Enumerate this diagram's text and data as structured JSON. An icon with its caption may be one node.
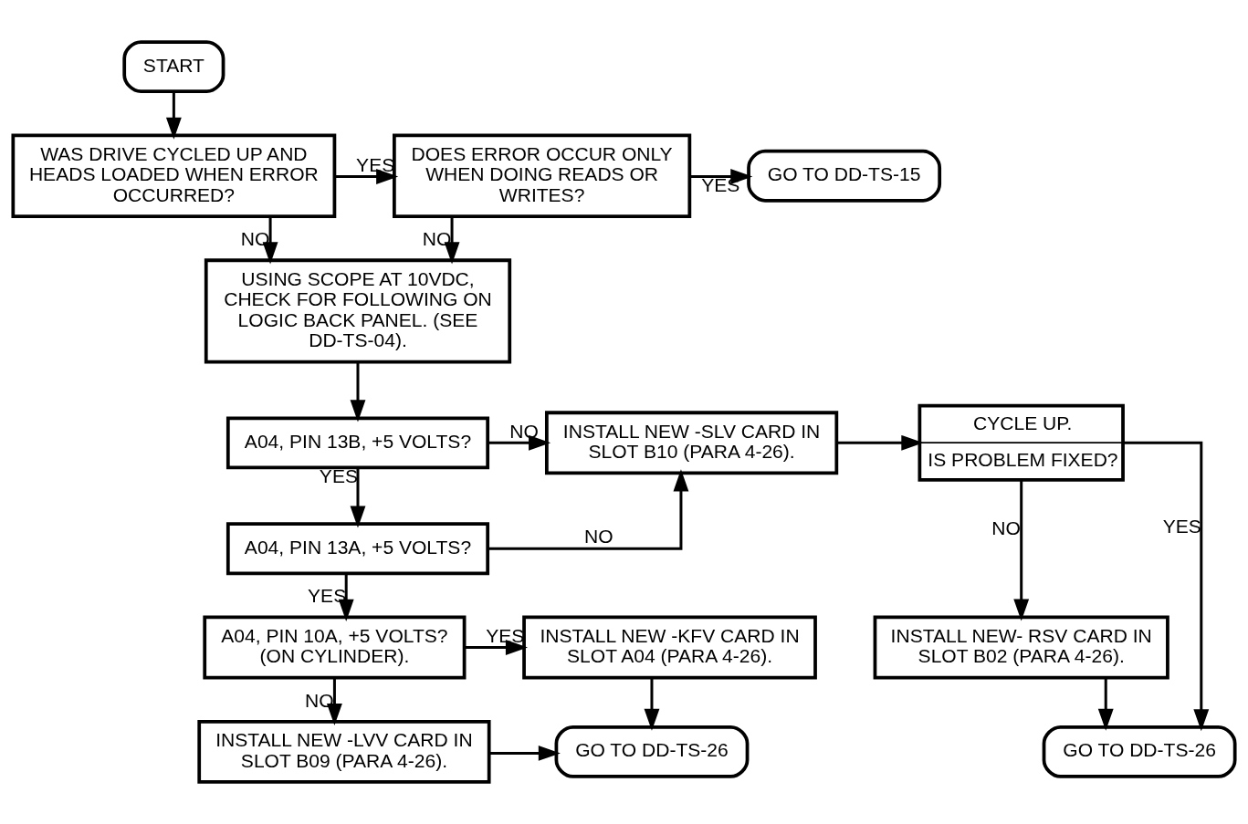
{
  "diagram": {
    "nodes": [
      {
        "text": [
          "START"
        ]
      },
      {
        "text": [
          "WAS DRIVE CYCLED UP AND HEADS LOADED WHEN ERROR OCCURRED?"
        ]
      },
      {
        "text": [
          "DOES ERROR OCCUR ONLY WHEN DOING READS OR WRITES?"
        ]
      },
      {
        "text": [
          "GO TO DD-TS-15"
        ]
      },
      {
        "text": [
          "USING SCOPE AT 10VDC, CHECK FOR FOLLOWING ON LOGIC BACK PANEL. (SEE DD-TS-04)."
        ]
      },
      {
        "text": [
          "A04, PIN 13B, +5 VOLTS?"
        ]
      },
      {
        "text": [
          "A04, PIN 13A, +5 VOLTS?"
        ]
      },
      {
        "text": [
          "A04, PIN 10A, +5 VOLTS? (ON CYLINDER)."
        ]
      },
      {
        "text": [
          "INSTALL NEW -LVV CARD IN SLOT B09 (PARA 4-26)."
        ]
      },
      {
        "text": [
          "INSTALL NEW -SLV CARD IN SLOT B10 (PARA 4-26)."
        ]
      },
      {
        "text": [
          "INSTALL NEW -KFV CARD IN SLOT A04 (PARA 4-26)."
        ]
      },
      {
        "text": [
          "GO TO DD-TS-26"
        ]
      },
      {
        "text": [
          "CYCLE UP.",
          "IS PROBLEM FIXED?"
        ]
      },
      {
        "text": [
          "INSTALL NEW- RSV CARD IN SLOT B02 (PARA 4-26)."
        ]
      },
      {
        "text": [
          "GO TO DD-TS-26"
        ]
      }
    ],
    "edges": [
      {
        "from": 0,
        "to": 1,
        "arrow": "to"
      },
      {
        "from": 1,
        "to": 2,
        "label": "YES",
        "arrow": "to"
      },
      {
        "from": 2,
        "to": 3,
        "label": "YES",
        "arrow": "to"
      },
      {
        "from": 2,
        "to": 4,
        "label": "NO",
        "arrow": "to"
      },
      {
        "from": 1,
        "to": 4,
        "label": "NO",
        "arrow": "to"
      },
      {
        "from": 4,
        "to": 5,
        "arrow": "to"
      },
      {
        "from": 5,
        "to": 6,
        "label": "YES",
        "arrow": "to"
      },
      {
        "from": 5,
        "to": 9,
        "label": "NO",
        "arrow": "to"
      },
      {
        "from": 6,
        "to": 9,
        "label": "NO",
        "arrow": "to"
      },
      {
        "from": 6,
        "to": 7,
        "label": "YES",
        "arrow": "to"
      },
      {
        "from": 7,
        "to": 10,
        "label": "YES",
        "arrow": "to"
      },
      {
        "from": 7,
        "to": 8,
        "label": "NO",
        "arrow": "to"
      },
      {
        "from": 8,
        "to": 11,
        "arrow": "to"
      },
      {
        "from": 10,
        "to": 11,
        "arrow": "to"
      },
      {
        "from": 9,
        "to": 12,
        "arrow": "to"
      },
      {
        "from": 12,
        "to": 13,
        "label": "NO",
        "arrow": "to"
      },
      {
        "from": 12,
        "to": 14,
        "label": "YES",
        "arrow": "to"
      },
      {
        "from": 13,
        "to": 14,
        "arrow": "to"
      }
    ]
  }
}
